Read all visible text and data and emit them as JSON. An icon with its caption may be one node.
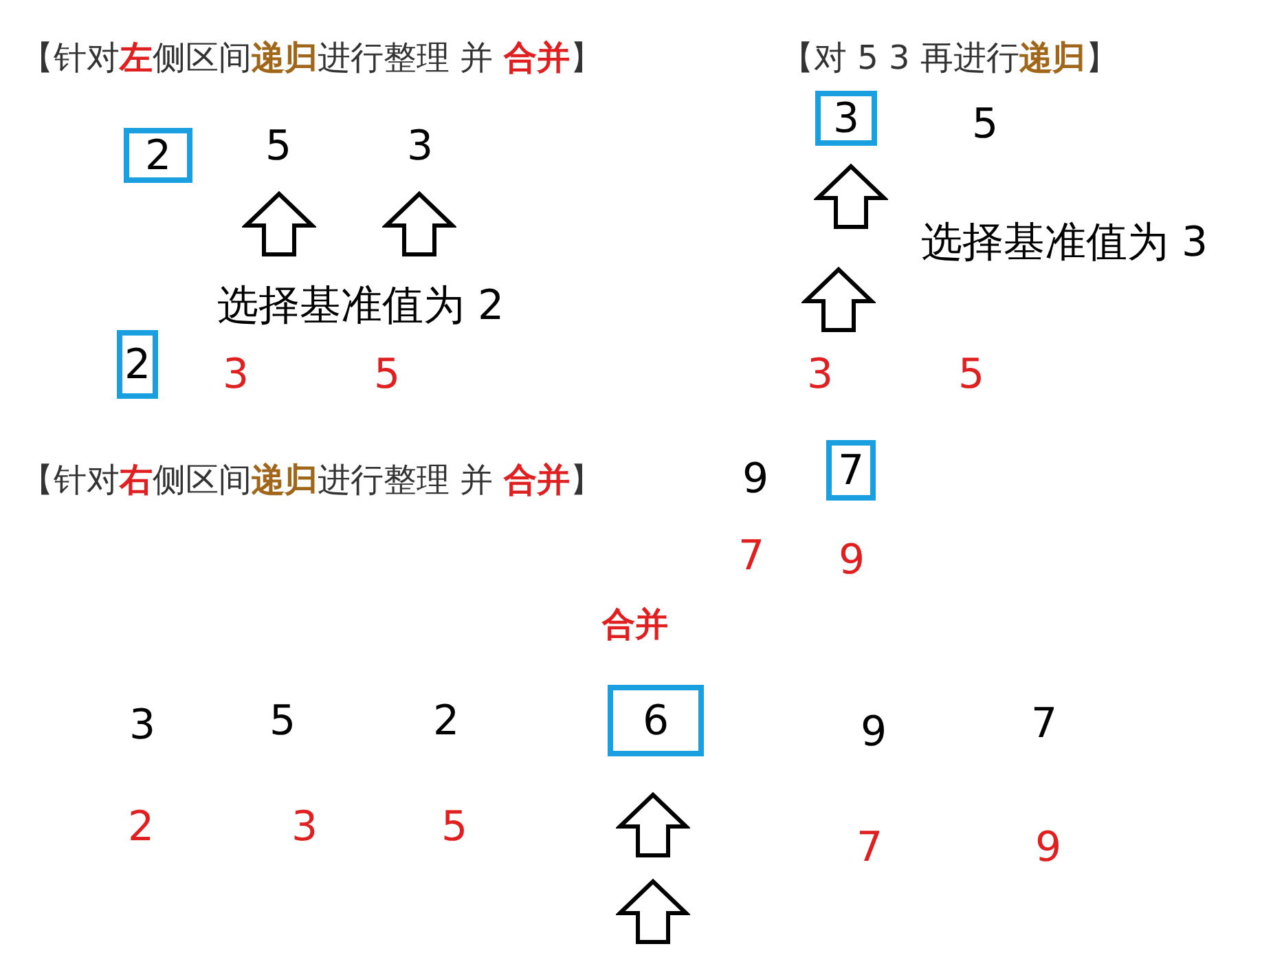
{
  "diagram": {
    "nodes": [
      {
        "text": [
          "2"
        ]
      },
      {
        "text": [
          "3"
        ]
      },
      {
        "text": [
          "2"
        ]
      },
      {
        "text": [
          "7"
        ]
      },
      {
        "text": [
          "6"
        ]
      }
    ],
    "labels": [
      "【针对**左**侧区间**递归**进行整理 并 **合并**】",
      "【对 5 3 再进行**递归**】",
      "5",
      "5",
      "3",
      "选择基准值为 3",
      "选择基准值为 2",
      "3",
      "5",
      "3",
      "5",
      "【针对**右**侧区间**递归**进行整理 并 **合并**】",
      "9",
      "7",
      "9",
      "合并",
      "3",
      "5",
      "2",
      "9",
      "7",
      "2",
      "3",
      "5",
      "7",
      "9"
    ]
  }
}
